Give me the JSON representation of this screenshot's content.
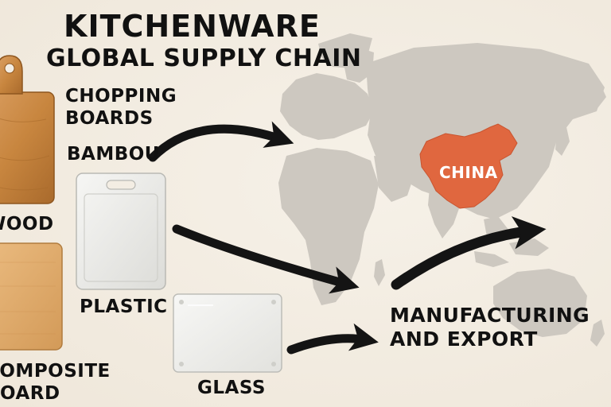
{
  "header": {
    "title": "KITCHENWARE",
    "subtitle": "GLOBAL SUPPLY CHAIN"
  },
  "labels": {
    "chopping_boards": "CHOPPING\nBOARDS",
    "bambou": "BAMBOU",
    "wood": "WOOD",
    "plastic": "PLASTIC",
    "composite_board": "COMPOSITE\nBOARD",
    "glass": "GLASS",
    "manufacturing": "MANUFACTURING\nAND EXPORT",
    "china": "CHINA"
  },
  "colors": {
    "background": "#f3ede3",
    "map_land": "#cdc8c0",
    "china_highlight": "#e0673f",
    "arrow": "#141414",
    "wood_board": "#c98a45",
    "composite_board": "#e0ac6c",
    "plastic_board": "#ececea",
    "glass_board": "#eeeeec"
  },
  "icons": [
    "world-map-icon",
    "arrow-icon",
    "cutting-board-icon"
  ]
}
